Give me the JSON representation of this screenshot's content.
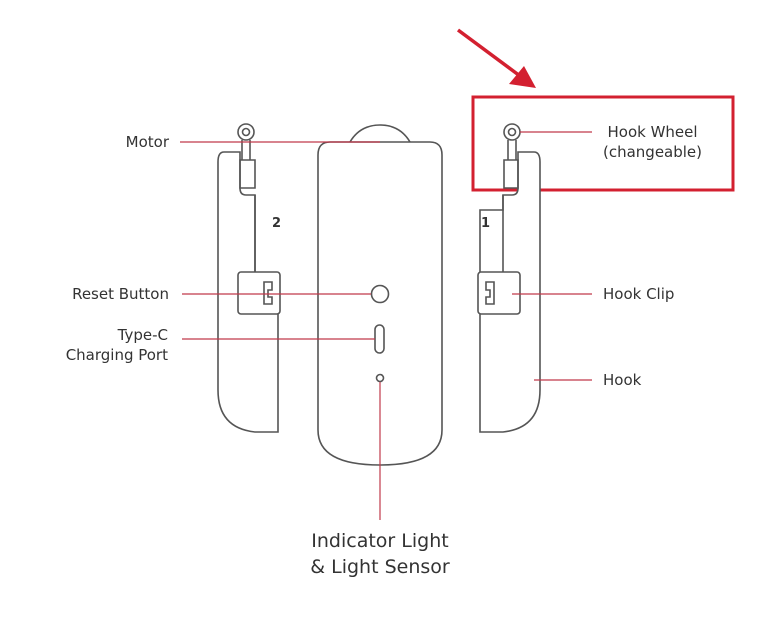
{
  "labels": {
    "motor": "Motor",
    "reset_button": "Reset Button",
    "type_c_line1": "Type-C",
    "type_c_line2": "Charging Port",
    "hook_wheel_line1": "Hook Wheel",
    "hook_wheel_line2": "(changeable)",
    "hook_clip": "Hook Clip",
    "hook": "Hook",
    "indicator_line1": "Indicator Light",
    "indicator_line2": "& Light Sensor"
  },
  "part_numbers": {
    "left_hook": "2",
    "right_hook": "1"
  },
  "colors": {
    "outline": "#555555",
    "leader_line": "#c0394b",
    "highlight": "#d32030",
    "text": "#333333"
  }
}
